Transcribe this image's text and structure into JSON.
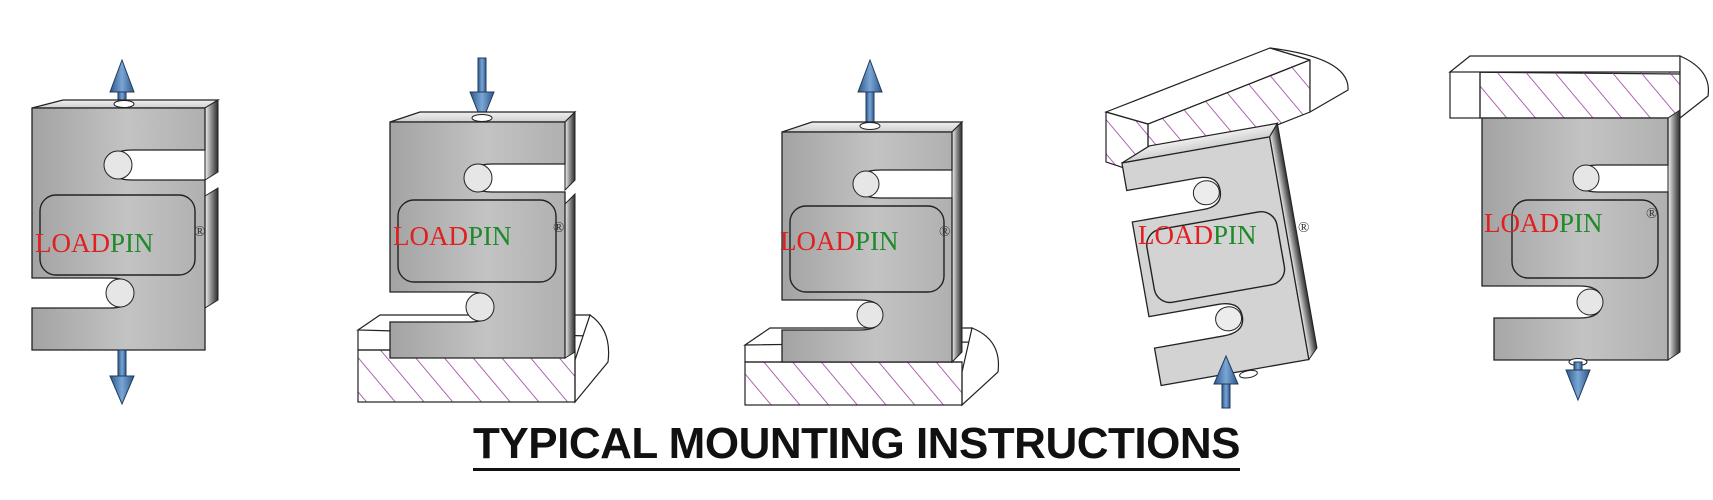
{
  "figure": {
    "caption": "TYPICAL MOUNTING INSTRUCTIONS",
    "brand": {
      "part1": "LOAD",
      "part2": "PIN",
      "mark": "®"
    },
    "colors": {
      "brand_part1": "#e02020",
      "brand_part2": "#1f8a2a",
      "arrow": "#3d6ea3",
      "hatch": "#9a3fa0",
      "metal": "#b5b5b5"
    }
  }
}
